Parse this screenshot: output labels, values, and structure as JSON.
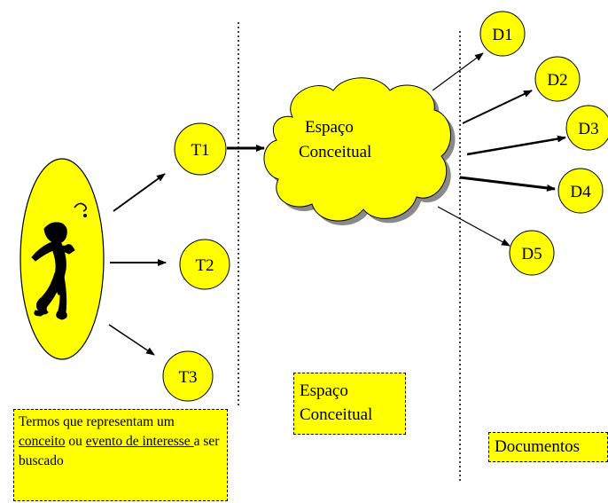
{
  "terms": [
    {
      "id": "T1",
      "label": "T1"
    },
    {
      "id": "T2",
      "label": "T2"
    },
    {
      "id": "T3",
      "label": "T3"
    }
  ],
  "cloud": {
    "line1": "Espaço",
    "line2": "Conceitual"
  },
  "documents": [
    {
      "id": "D1",
      "label": "D1"
    },
    {
      "id": "D2",
      "label": "D2"
    },
    {
      "id": "D3",
      "label": "D3"
    },
    {
      "id": "D4",
      "label": "D4"
    },
    {
      "id": "D5",
      "label": "D5"
    }
  ],
  "captions": {
    "terms_box": {
      "part1": "Termos que representam um ",
      "link1": "conceito",
      "part2": " ou ",
      "link2": "evento de interesse ",
      "part3": "a ser buscado"
    },
    "concept_box": {
      "line1": "Espaço",
      "line2": "Conceitual"
    },
    "documents_box": "Documentos"
  },
  "colors": {
    "fill": "#ffff00",
    "stroke": "#000000",
    "shadow": "#8a8a8a"
  }
}
